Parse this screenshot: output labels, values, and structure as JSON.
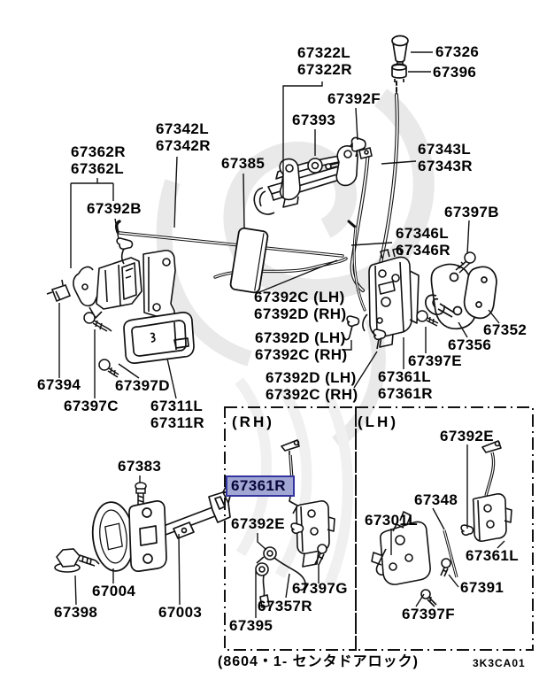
{
  "diagram_title": "Door lock / handle parts diagram",
  "colors": {
    "background": "#ffffff",
    "line": "#000000",
    "highlight_bg": "#a2a6d2",
    "highlight_border": "#3434a0"
  },
  "labels": {
    "p67322": "67322L\n67322R",
    "p67326": "67326",
    "p67396": "67396",
    "p67392F": "67392F",
    "p67393": "67393",
    "p67342": "67342L\n67342R",
    "p67385": "67385",
    "p67343": "67343L\n67343R",
    "p67362": "67362R\n67362L",
    "p67392B": "67392B",
    "p67397B": "67397B",
    "p67346": "67346L\n67346R",
    "pair1": "67392C (LH)\n67392D (RH)",
    "pair2": "67392D (LH)\n67392C (RH)",
    "pair3": "67392D (LH)\n67392C (RH)",
    "p67352": "67352",
    "p67356": "67356",
    "p67397E": "67397E",
    "p67361LR": "67361L\n67361R",
    "p67394": "67394",
    "p67397D": "67397D",
    "p67397C": "67397C",
    "p67311": "67311L\n67311R",
    "p67383": "67383",
    "p67004": "67004",
    "p67398": "67398",
    "p67003": "67003"
  },
  "rh_box": {
    "header": "(RH)",
    "highlighted_part": "67361R",
    "p67392E": "67392E",
    "p67397G": "67397G",
    "p67357R": "67357R",
    "p67395": "67395"
  },
  "lh_box": {
    "header": "(LH)",
    "p67392E": "67392E",
    "p67348": "67348",
    "p67301L": "67301L",
    "p67361L": "67361L",
    "p67391": "67391",
    "p67397F": "67397F"
  },
  "footer": {
    "left": "(8604・1-  センタドアロック)",
    "code": "3K3CA01"
  }
}
